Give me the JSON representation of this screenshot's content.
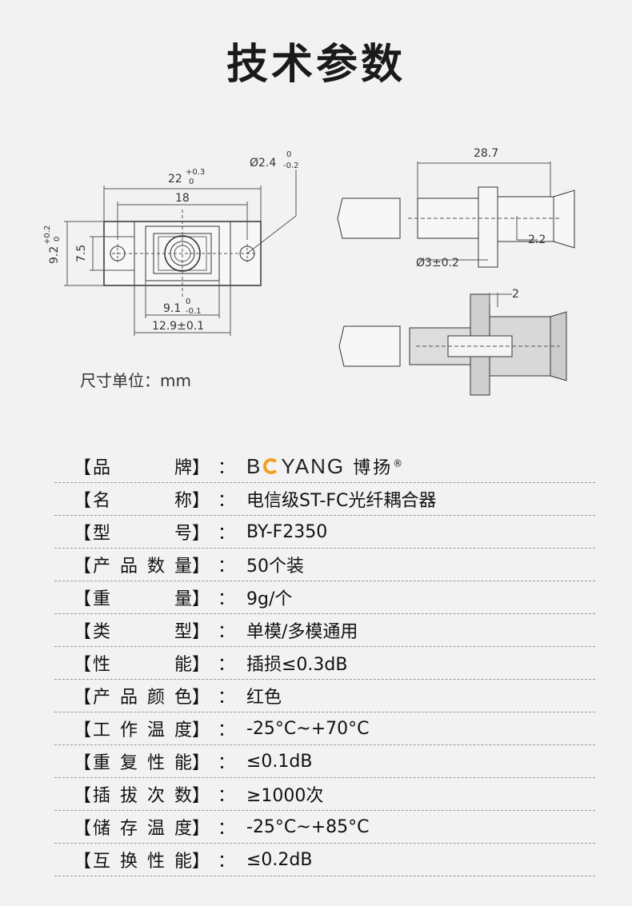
{
  "title": "技术参数",
  "dimensions": {
    "w22": "22",
    "w22_tol_upper": "+0.3",
    "w22_tol_lower": "0",
    "w18": "18",
    "h92": "9.2",
    "h92_tol_upper": "+0.2",
    "h92_tol_lower": "0",
    "h75": "7.5",
    "d24": "Ø2.4",
    "d24_tol_upper": "0",
    "d24_tol_lower": "-0.2",
    "w91": "9.1",
    "w91_tol_upper": "0",
    "w91_tol_lower": "-0.1",
    "w129": "12.9±0.1",
    "l287": "28.7",
    "t22": "2.2",
    "d3": "Ø3±0.2",
    "t2": "2"
  },
  "unit_note": "尺寸单位：mm",
  "brand": {
    "logo_prefix": "B",
    "logo_suffix": "YANG",
    "cn": "博扬",
    "reg": "®"
  },
  "specs": [
    {
      "label": "品牌",
      "value": ""
    },
    {
      "label": "名称",
      "value": "电信级ST-FC光纤耦合器"
    },
    {
      "label": "型号",
      "value": "BY-F2350"
    },
    {
      "label": "产品数量",
      "value": "50个装"
    },
    {
      "label": "重量",
      "value": "9g/个"
    },
    {
      "label": "类型",
      "value": "单模/多模通用"
    },
    {
      "label": "性能",
      "value": "插损≤0.3dB"
    },
    {
      "label": "产品颜色",
      "value": "红色"
    },
    {
      "label": "工作温度",
      "value": "-25°C~+70°C"
    },
    {
      "label": "重复性能",
      "value": "≤0.1dB"
    },
    {
      "label": "插拔次数",
      "value": "≥1000次"
    },
    {
      "label": "储存温度",
      "value": "-25°C~+85°C"
    },
    {
      "label": "互换性能",
      "value": "≤0.2dB"
    }
  ],
  "bracket_open": "【",
  "bracket_close": "】",
  "colon": "："
}
